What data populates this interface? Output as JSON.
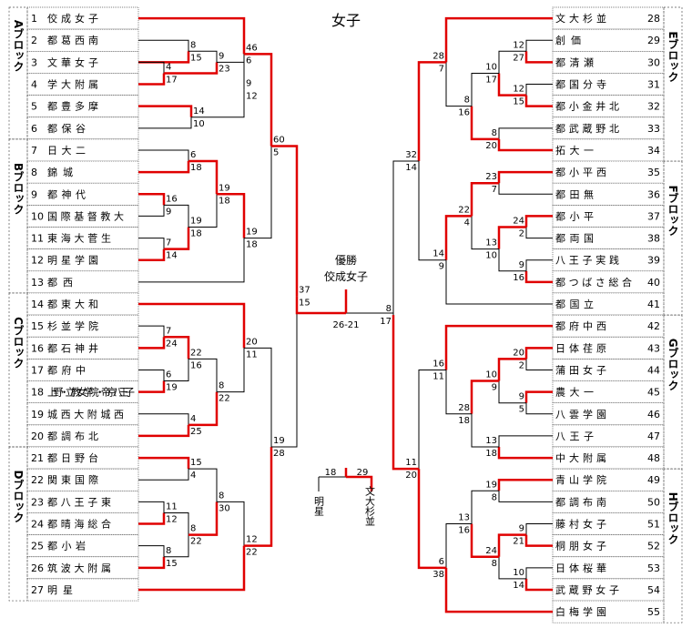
{
  "title": "女子",
  "champion_label": "優勝",
  "champion": "佼成女子",
  "final_score": "26-21",
  "third_place": {
    "left_team": "明星",
    "right_team": "文大杉並",
    "left_score": "18",
    "right_score": "29"
  },
  "blocks": [
    "Aブロック",
    "Bブロック",
    "Cブロック",
    "Dブロック",
    "Eブロック",
    "Fブロック",
    "Gブロック",
    "Hブロック"
  ],
  "teams": [
    {
      "no": "1",
      "name": "佼成女子"
    },
    {
      "no": "2",
      "name": "都葛西南"
    },
    {
      "no": "3",
      "name": "文華女子"
    },
    {
      "no": "4",
      "name": "学大附属"
    },
    {
      "no": "5",
      "name": "都豊多摩"
    },
    {
      "no": "6",
      "name": "都保谷"
    },
    {
      "no": "7",
      "name": "日大二"
    },
    {
      "no": "8",
      "name": "錦城"
    },
    {
      "no": "9",
      "name": "都神代"
    },
    {
      "no": "10",
      "name": "国際基督教大"
    },
    {
      "no": "11",
      "name": "東海大菅生"
    },
    {
      "no": "12",
      "name": "明星学園"
    },
    {
      "no": "13",
      "name": "都西"
    },
    {
      "no": "14",
      "name": "都東大和"
    },
    {
      "no": "15",
      "name": "杉並学院"
    },
    {
      "no": "16",
      "name": "都石神井"
    },
    {
      "no": "17",
      "name": "都府中"
    },
    {
      "no": "18",
      "name": "上野・立教女学院・帝京八王子"
    },
    {
      "no": "19",
      "name": "城西大附城西"
    },
    {
      "no": "20",
      "name": "都調布北"
    },
    {
      "no": "21",
      "name": "都日野台"
    },
    {
      "no": "22",
      "name": "関東国際"
    },
    {
      "no": "23",
      "name": "都八王子東"
    },
    {
      "no": "24",
      "name": "都晴海総合"
    },
    {
      "no": "25",
      "name": "都小岩"
    },
    {
      "no": "26",
      "name": "筑波大附属"
    },
    {
      "no": "27",
      "name": "明星"
    },
    {
      "no": "28",
      "name": "文大杉並"
    },
    {
      "no": "29",
      "name": "創価"
    },
    {
      "no": "30",
      "name": "都清瀬"
    },
    {
      "no": "31",
      "name": "都国分寺"
    },
    {
      "no": "32",
      "name": "都小金井北"
    },
    {
      "no": "33",
      "name": "都武蔵野北"
    },
    {
      "no": "34",
      "name": "拓大一"
    },
    {
      "no": "35",
      "name": "都小平西"
    },
    {
      "no": "36",
      "name": "都田無"
    },
    {
      "no": "37",
      "name": "都小平"
    },
    {
      "no": "38",
      "name": "都両国"
    },
    {
      "no": "39",
      "name": "八王子実践"
    },
    {
      "no": "40",
      "name": "都つばさ総合"
    },
    {
      "no": "41",
      "name": "都国立"
    },
    {
      "no": "42",
      "name": "都府中西"
    },
    {
      "no": "43",
      "name": "日体荏原"
    },
    {
      "no": "44",
      "name": "蒲田女子"
    },
    {
      "no": "45",
      "name": "農大一"
    },
    {
      "no": "46",
      "name": "八雲学園"
    },
    {
      "no": "47",
      "name": "八王子"
    },
    {
      "no": "48",
      "name": "中大附属"
    },
    {
      "no": "49",
      "name": "青山学院"
    },
    {
      "no": "50",
      "name": "都調布南"
    },
    {
      "no": "51",
      "name": "藤村女子"
    },
    {
      "no": "52",
      "name": "桐朋女子"
    },
    {
      "no": "53",
      "name": "日体桜華"
    },
    {
      "no": "54",
      "name": "武蔵野女子"
    },
    {
      "no": "55",
      "name": "白梅学園"
    }
  ],
  "matches": [
    {
      "id": "m1",
      "s1": "8",
      "s2": "15"
    },
    {
      "id": "m2",
      "s1": "4",
      "s2": "17"
    },
    {
      "id": "m3",
      "s1": "9",
      "s2": "23"
    },
    {
      "id": "m4",
      "s1": "46",
      "s2": "6"
    },
    {
      "id": "m5",
      "s1": "14",
      "s2": "10"
    },
    {
      "id": "m6",
      "s1": "6",
      "s2": "18"
    },
    {
      "id": "m7",
      "s1": "16",
      "s2": "9"
    },
    {
      "id": "m8",
      "s1": "7",
      "s2": "14"
    },
    {
      "id": "m9",
      "s1": "9",
      "s2": "12"
    },
    {
      "id": "m10",
      "s1": "19",
      "s2": "18"
    },
    {
      "id": "m11",
      "s1": "19",
      "s2": "18"
    },
    {
      "id": "m12",
      "s1": "60",
      "s2": "5"
    },
    {
      "id": "m13",
      "s1": "7",
      "s2": "24"
    },
    {
      "id": "m14",
      "s1": "6",
      "s2": "19"
    },
    {
      "id": "m15",
      "s1": "22",
      "s2": "16"
    },
    {
      "id": "m16",
      "s1": "4",
      "s2": "25"
    },
    {
      "id": "m17",
      "s1": "8",
      "s2": "22"
    },
    {
      "id": "m18",
      "s1": "20",
      "s2": "11"
    },
    {
      "id": "m19",
      "s1": "15",
      "s2": "4"
    },
    {
      "id": "m20",
      "s1": "11",
      "s2": "12"
    },
    {
      "id": "m21",
      "s1": "8",
      "s2": "30"
    },
    {
      "id": "m22",
      "s1": "8",
      "s2": "22"
    },
    {
      "id": "m23",
      "s1": "8",
      "s2": "15"
    },
    {
      "id": "m24",
      "s1": "12",
      "s2": "22"
    },
    {
      "id": "m25",
      "s1": "19",
      "s2": "28"
    },
    {
      "id": "m26",
      "s1": "37",
      "s2": "15"
    },
    {
      "id": "m27",
      "s1": "12",
      "s2": "27"
    },
    {
      "id": "m28",
      "s1": "12",
      "s2": "15"
    },
    {
      "id": "m29",
      "s1": "10",
      "s2": "17"
    },
    {
      "id": "m30",
      "s1": "8",
      "s2": "20"
    },
    {
      "id": "m31",
      "s1": "8",
      "s2": "16"
    },
    {
      "id": "m32",
      "s1": "28",
      "s2": "7"
    },
    {
      "id": "m33",
      "s1": "23",
      "s2": "7"
    },
    {
      "id": "m34",
      "s1": "24",
      "s2": "2"
    },
    {
      "id": "m35",
      "s1": "9",
      "s2": "16"
    },
    {
      "id": "m36",
      "s1": "13",
      "s2": "10"
    },
    {
      "id": "m37",
      "s1": "22",
      "s2": "4"
    },
    {
      "id": "m38",
      "s1": "14",
      "s2": "9"
    },
    {
      "id": "m39",
      "s1": "32",
      "s2": "14"
    },
    {
      "id": "m40",
      "s1": "20",
      "s2": "2"
    },
    {
      "id": "m41",
      "s1": "10",
      "s2": "9"
    },
    {
      "id": "m42",
      "s1": "9",
      "s2": "5"
    },
    {
      "id": "m43",
      "s1": "13",
      "s2": "18"
    },
    {
      "id": "m44",
      "s1": "28",
      "s2": "18"
    },
    {
      "id": "m45",
      "s1": "16",
      "s2": "11"
    },
    {
      "id": "m46",
      "s1": "19",
      "s2": "8"
    },
    {
      "id": "m47",
      "s1": "9",
      "s2": "21"
    },
    {
      "id": "m48",
      "s1": "10",
      "s2": "14"
    },
    {
      "id": "m49",
      "s1": "24",
      "s2": "8"
    },
    {
      "id": "m50",
      "s1": "13",
      "s2": "16"
    },
    {
      "id": "m51",
      "s1": "6",
      "s2": "38"
    },
    {
      "id": "m52",
      "s1": "11",
      "s2": "20"
    },
    {
      "id": "m53",
      "s1": "8",
      "s2": "17"
    }
  ],
  "colors": {
    "win": "#e00000",
    "lose": "#000000",
    "border": "#555555"
  }
}
